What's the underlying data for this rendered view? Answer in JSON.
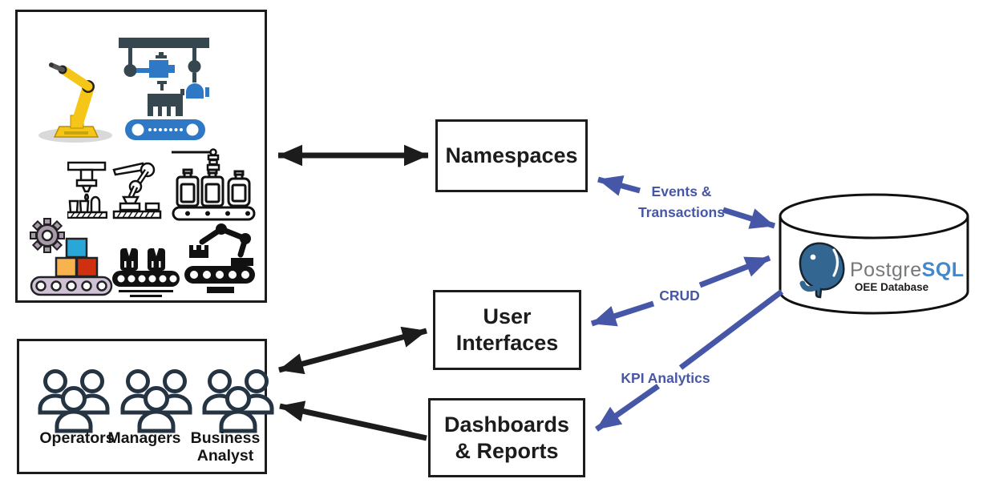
{
  "panels": {
    "machines": {
      "icons": [
        {
          "name": "industrial-robot-yellow"
        },
        {
          "name": "gantry-assembly-line"
        },
        {
          "name": "filling-machine"
        },
        {
          "name": "robotic-arm-outline"
        },
        {
          "name": "bottle-filling-line"
        },
        {
          "name": "conveyor-boxes-gear"
        },
        {
          "name": "bottle-conveyor-black"
        },
        {
          "name": "robot-conveyor-black"
        }
      ]
    },
    "users": {
      "groups": [
        {
          "label": "Operators"
        },
        {
          "label": "Managers"
        },
        {
          "label": "Business Analyst",
          "line1": "Business",
          "line2": "Analyst"
        }
      ]
    }
  },
  "nodes": {
    "namespaces": {
      "label": "Namespaces"
    },
    "user_interfaces": {
      "line1": "User",
      "line2": "Interfaces"
    },
    "dashboards_reports": {
      "line1": "Dashboards",
      "line2": "& Reports"
    }
  },
  "database": {
    "brand_gray": "Postgre",
    "brand_blue": "SQL",
    "name": "OEE Database"
  },
  "edges": {
    "machines_namespaces": {
      "style": "black",
      "direction": "bidirectional"
    },
    "users_user_interfaces": {
      "style": "black",
      "direction": "bidirectional"
    },
    "dashboards_to_users": {
      "style": "black",
      "direction": "one-way"
    },
    "namespaces_db": {
      "line1": "Events &",
      "line2": "Transactions",
      "style": "blue",
      "direction": "bidirectional"
    },
    "user_interfaces_db": {
      "label": "CRUD",
      "style": "blue",
      "direction": "bidirectional"
    },
    "db_to_dashboards": {
      "label": "KPI Analytics",
      "style": "blue",
      "direction": "one-way"
    }
  },
  "colors": {
    "edge_black": "#1c1c1c",
    "edge_blue": "#4757a8",
    "postgres_blue": "#336791",
    "brand_gray": "#75787b",
    "brand_blue": "#4587c8",
    "people_stroke": "#243442"
  }
}
